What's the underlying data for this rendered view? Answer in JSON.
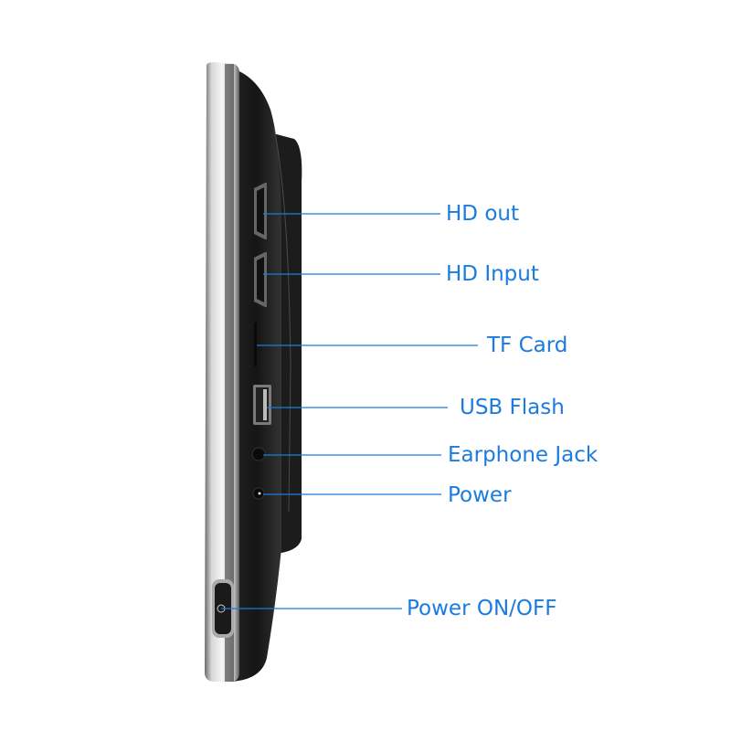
{
  "accent_color": "#1a7be0",
  "callouts": [
    {
      "id": "hd-out",
      "label": "HD out"
    },
    {
      "id": "hd-input",
      "label": "HD Input"
    },
    {
      "id": "tf-card",
      "label": "TF Card"
    },
    {
      "id": "usb-flash",
      "label": "USB Flash"
    },
    {
      "id": "earphone-jack",
      "label": "Earphone Jack"
    },
    {
      "id": "power",
      "label": "Power"
    },
    {
      "id": "power-on-off",
      "label": "Power ON/OFF"
    }
  ]
}
